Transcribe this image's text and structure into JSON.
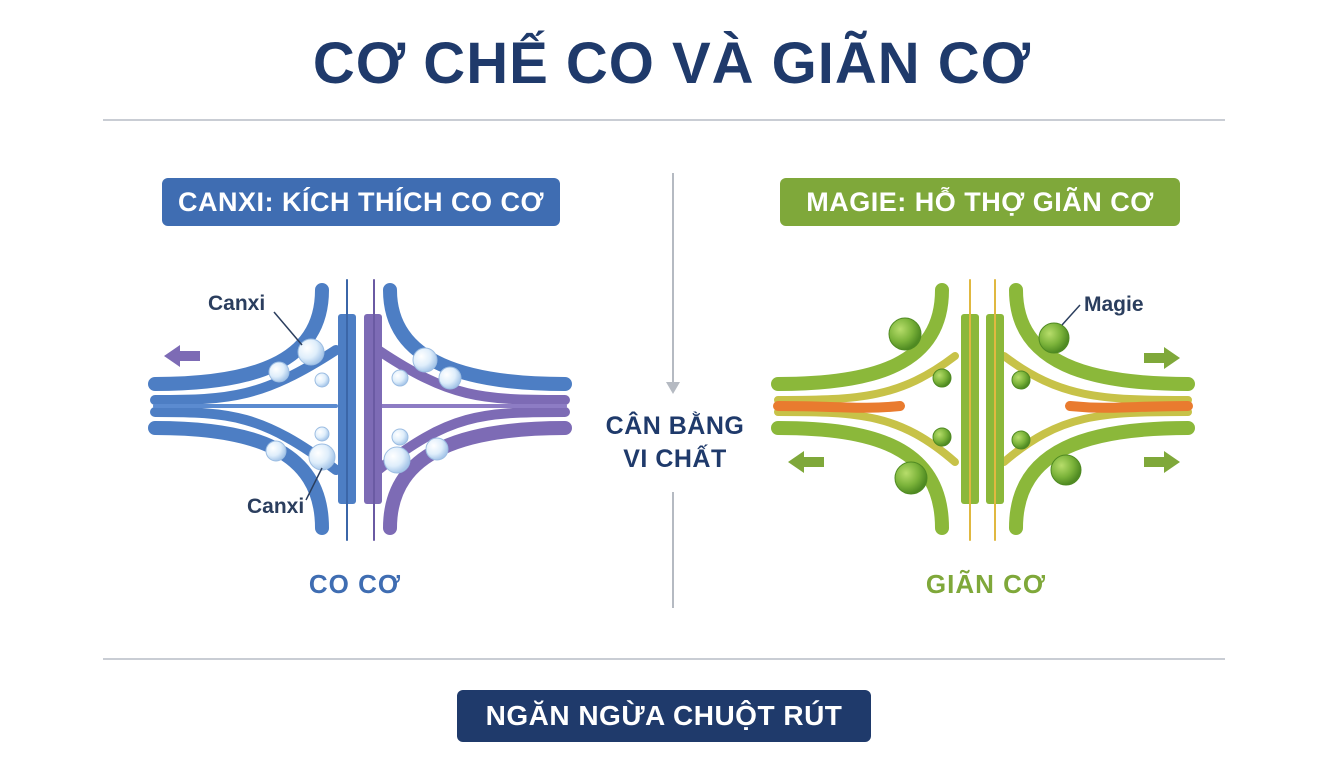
{
  "title": "CƠ CHẾ CO VÀ GIÃN CƠ",
  "left_panel": {
    "header": "CANXI: KÍCH THÍCH CO CƠ",
    "label_top": "Canxi",
    "label_bottom": "Canxi",
    "caption": "CO CƠ",
    "colors": {
      "fiber": "#4d7ec4",
      "fiber_alt": "#7d6bb5",
      "ion": "#dfeefb"
    }
  },
  "right_panel": {
    "header": "MAGIE: HỖ THỢ GIÃN CƠ",
    "label": "Magie",
    "caption": "GIÃN CƠ",
    "colors": {
      "fiber": "#8bb83a",
      "fiber_core": "#e97b2f",
      "ion": "#7bb33a"
    }
  },
  "center": {
    "line1": "CÂN BẰNG",
    "line2": "VI CHẤT"
  },
  "footer": "NGĂN NGỪA CHUỘT RÚT",
  "colors": {
    "navy": "#1f3a6b",
    "blue": "#3f6db2",
    "green": "#7fa83a"
  }
}
